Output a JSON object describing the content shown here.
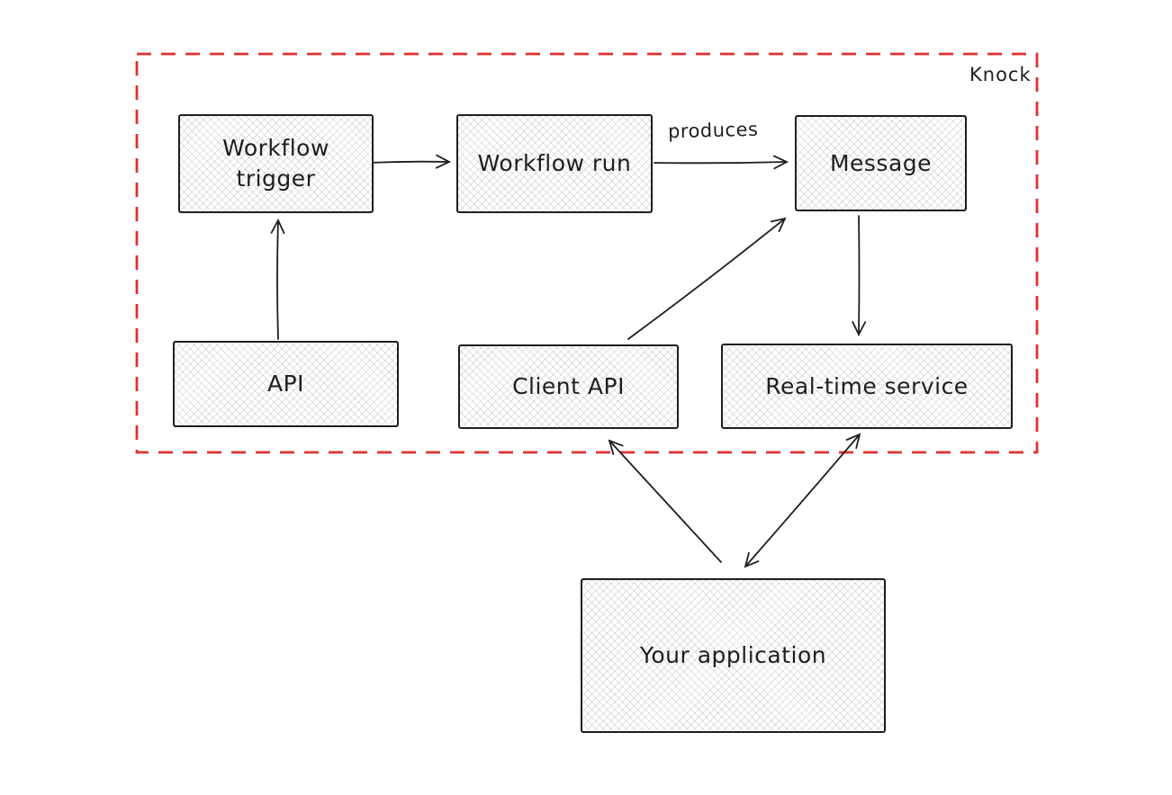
{
  "diagram": {
    "group_label": "Knock",
    "nodes": {
      "workflow_trigger": {
        "label": "Workflow trigger"
      },
      "workflow_run": {
        "label": "Workflow run"
      },
      "message": {
        "label": "Message"
      },
      "api": {
        "label": "API"
      },
      "client_api": {
        "label": "Client API"
      },
      "realtime_service": {
        "label": "Real-time service"
      },
      "your_application": {
        "label": "Your application"
      }
    },
    "edges": {
      "trigger_to_run": {
        "from": "Workflow trigger",
        "to": "Workflow run",
        "label": "",
        "bidirectional": false
      },
      "produces": {
        "from": "Workflow run",
        "to": "Message",
        "label": "produces",
        "bidirectional": false
      },
      "api_to_trigger": {
        "from": "API",
        "to": "Workflow trigger",
        "label": "",
        "bidirectional": false
      },
      "client_api_to_message": {
        "from": "Client API",
        "to": "Message",
        "label": "",
        "bidirectional": false
      },
      "message_to_realtime": {
        "from": "Message",
        "to": "Real-time service",
        "label": "",
        "bidirectional": false
      },
      "your_app_to_client_api": {
        "from": "Your application",
        "to": "Client API",
        "label": "",
        "bidirectional": false
      },
      "realtime_to_your_app": {
        "from": "Real-time service",
        "to": "Your application",
        "label": "",
        "bidirectional": true
      }
    },
    "colors": {
      "boundary": "#e03131",
      "stroke": "#1e1e1e",
      "node_fill": "#ffffff"
    }
  }
}
